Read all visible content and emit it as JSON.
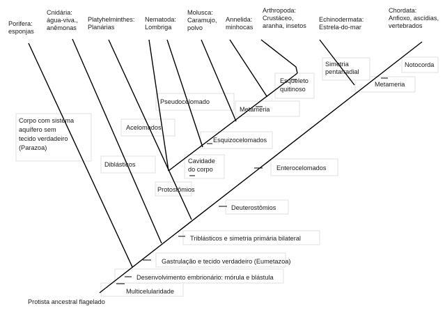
{
  "taxa": [
    {
      "lines": [
        "Porifera:",
        "esponjas"
      ]
    },
    {
      "lines": [
        "Cnidária:",
        "água-viva.,",
        "anêmonas"
      ]
    },
    {
      "lines": [
        "Platyhelminthes:",
        "Planárias"
      ]
    },
    {
      "lines": [
        "Nematoda:",
        "Lombriga"
      ]
    },
    {
      "lines": [
        "Molusca:",
        "Caramujo,",
        "polvo"
      ]
    },
    {
      "lines": [
        "Annelida:",
        "minhocas"
      ]
    },
    {
      "lines": [
        "Arthropoda:",
        "Crustáceo,",
        "aranha, insetos"
      ]
    },
    {
      "lines": [
        "Echinodermata:",
        "Estrela-do-mar"
      ]
    },
    {
      "lines": [
        "Chordata:",
        "Anfioxo, ascídias,",
        "vertebrados"
      ]
    }
  ],
  "root_label": "Protista ancestral flagelado",
  "characters": [
    {
      "lines": [
        "Multicelularidade"
      ]
    },
    {
      "lines": [
        "Desenvolvimento embrionário: mórula e blástula"
      ]
    },
    {
      "lines": [
        "Gastrulação e tecido verdadeiro (Eumetazoa)"
      ]
    },
    {
      "lines": [
        "Triblásticos e simetria primária bilateral"
      ]
    },
    {
      "lines": [
        "Deuterostômios"
      ]
    },
    {
      "lines": [
        "Enterocelomados"
      ]
    },
    {
      "lines": [
        "Metameria"
      ]
    },
    {
      "lines": [
        "Simetria",
        "pentarradial"
      ]
    },
    {
      "lines": [
        "Notocorda"
      ]
    },
    {
      "lines": [
        "Protostômios"
      ]
    },
    {
      "lines": [
        "Cavidade",
        "do corpo"
      ]
    },
    {
      "lines": [
        "Esquizocelomados"
      ]
    },
    {
      "lines": [
        "Metameria"
      ]
    },
    {
      "lines": [
        "Esqueleto",
        "quitinoso"
      ]
    },
    {
      "lines": [
        "Pseudocelomado"
      ]
    },
    {
      "lines": [
        "Acelomados"
      ]
    },
    {
      "lines": [
        "Diblásticos"
      ]
    },
    {
      "lines": [
        "Corpo com sistema",
        "aquífero sem",
        "tecido verdadeiro",
        "(Parazoa)"
      ]
    }
  ]
}
